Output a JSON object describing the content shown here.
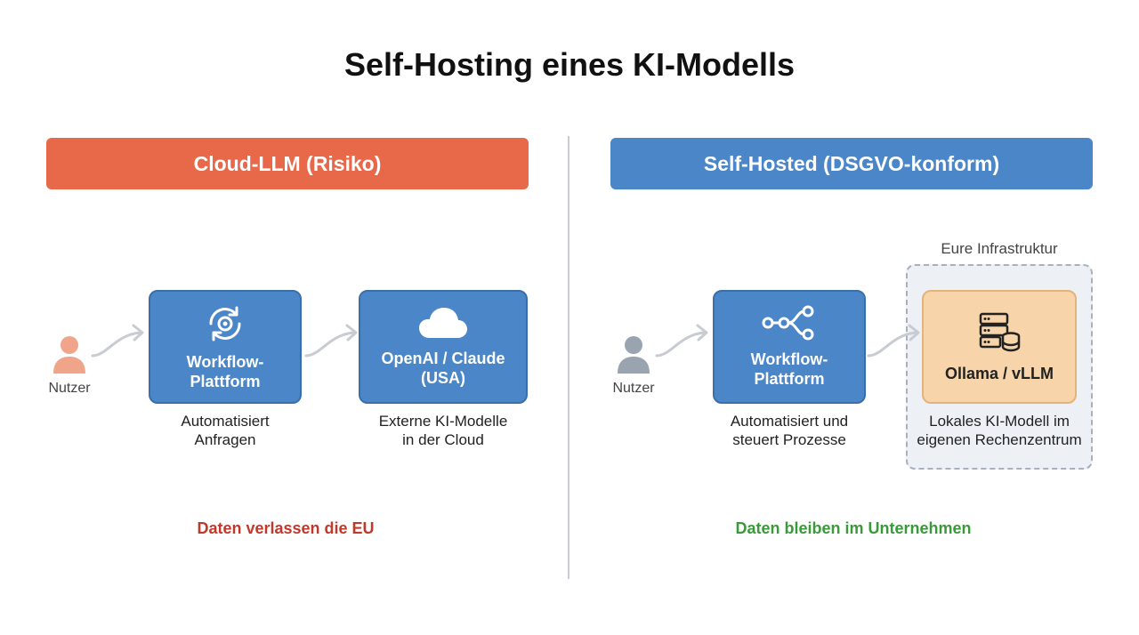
{
  "title": "Self-Hosting eines KI-Modells",
  "colors": {
    "risk_banner": "#e8694a",
    "compliant_banner": "#4a86c8",
    "risk_text": "#c0392b",
    "compliant_text": "#3a9a3a",
    "box_blue": "#4a86c8",
    "box_orange": "#f7d4a9"
  },
  "left": {
    "banner": "Cloud-LLM (Risiko)",
    "user_label": "Nutzer",
    "platform": {
      "label": "Workflow-\nPlattform",
      "icon": "gear-sync-icon",
      "caption": "Automatisiert\nAnfragen"
    },
    "target": {
      "label": "OpenAI / Claude\n(USA)",
      "icon": "cloud-icon",
      "caption": "Externe KI-Modelle\nin der Cloud"
    },
    "footer": "Daten verlassen die EU"
  },
  "right": {
    "banner": "Self-Hosted (DSGVO-konform)",
    "user_label": "Nutzer",
    "platform": {
      "label": "Workflow-\nPlattform",
      "icon": "workflow-nodes-icon",
      "caption": "Automatisiert und\nsteuert Prozesse"
    },
    "infra_label": "Eure Infrastruktur",
    "target": {
      "label": "Ollama / vLLM",
      "icon": "server-database-icon",
      "caption": "Lokales KI-Modell im\neigenen Rechenzentrum"
    },
    "footer": "Daten bleiben im Unternehmen"
  }
}
